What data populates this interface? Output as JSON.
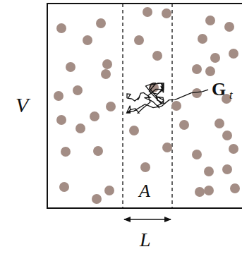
{
  "diagram": {
    "labels": [
      "V",
      "A",
      "L",
      "G",
      "t"
    ]
  }
}
